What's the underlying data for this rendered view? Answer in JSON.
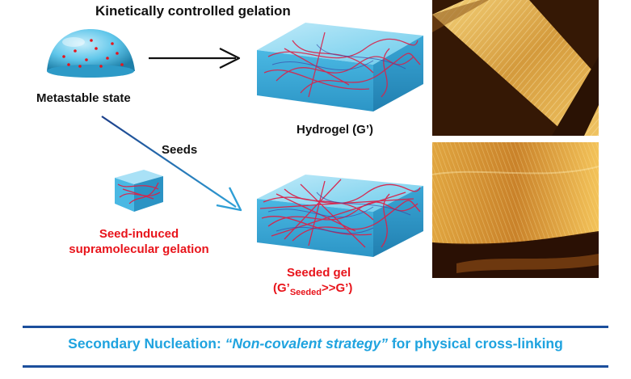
{
  "labels": {
    "kinetic": "Kinetically controlled gelation",
    "metastable": "Metastable state",
    "hydrogel": "Hydrogel (G’)",
    "seeds": "Seeds",
    "seed_induced_1": "Seed-induced",
    "seed_induced_2": "supramolecular gelation",
    "seeded_gel": "Seeded gel",
    "seeded_formula_prefix": "(G’",
    "seeded_formula_sub": "Seeded",
    "seeded_formula_suffix": ">>G’)"
  },
  "footer": {
    "part1": "Secondary Nucleation: ",
    "part2": "“Non-covalent strategy”",
    "part3": " for physical cross-linking"
  },
  "colors": {
    "accent_red": "#e8141b",
    "accent_blue": "#1fa3df",
    "rule_blue": "#1c4f9c",
    "gel_cyan": "#5fc6ea"
  }
}
